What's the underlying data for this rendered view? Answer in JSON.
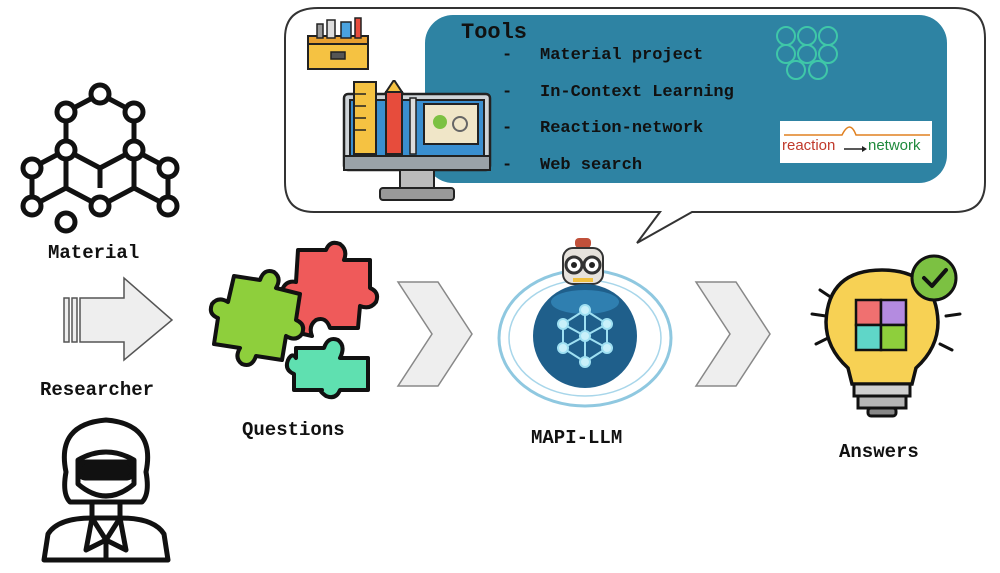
{
  "labels": {
    "material": "Material",
    "researcher": "Researcher",
    "questions": "Questions",
    "llm": "MAPI-LLM",
    "answers": "Answers"
  },
  "tools": {
    "title": "Tools",
    "items": [
      {
        "label": "Material project"
      },
      {
        "label": "In-Context Learning"
      },
      {
        "label": "Reaction-network"
      },
      {
        "label": "Web search"
      }
    ],
    "bullet": "-"
  },
  "logo": {
    "word1": "reaction",
    "word2": "network"
  },
  "colors": {
    "panel": "#2e83a3",
    "bubble_border": "#333333",
    "arrow_fill": "#eeeeee",
    "puzzle_red": "#ef5a5a",
    "puzzle_green": "#8ecf3c",
    "puzzle_teal": "#5fe0b0",
    "logo_red": "#c0392b",
    "logo_green": "#1e8a3c"
  },
  "icons": [
    "molecule-icon",
    "researcher-icon",
    "block-arrow-icon",
    "puzzle-icon",
    "chevron-arrow-icon",
    "robot-globe-icon",
    "lightbulb-puzzle-icon",
    "toolbox-icon",
    "computer-tools-icon",
    "neural-net-icon",
    "reaction-network-logo"
  ]
}
